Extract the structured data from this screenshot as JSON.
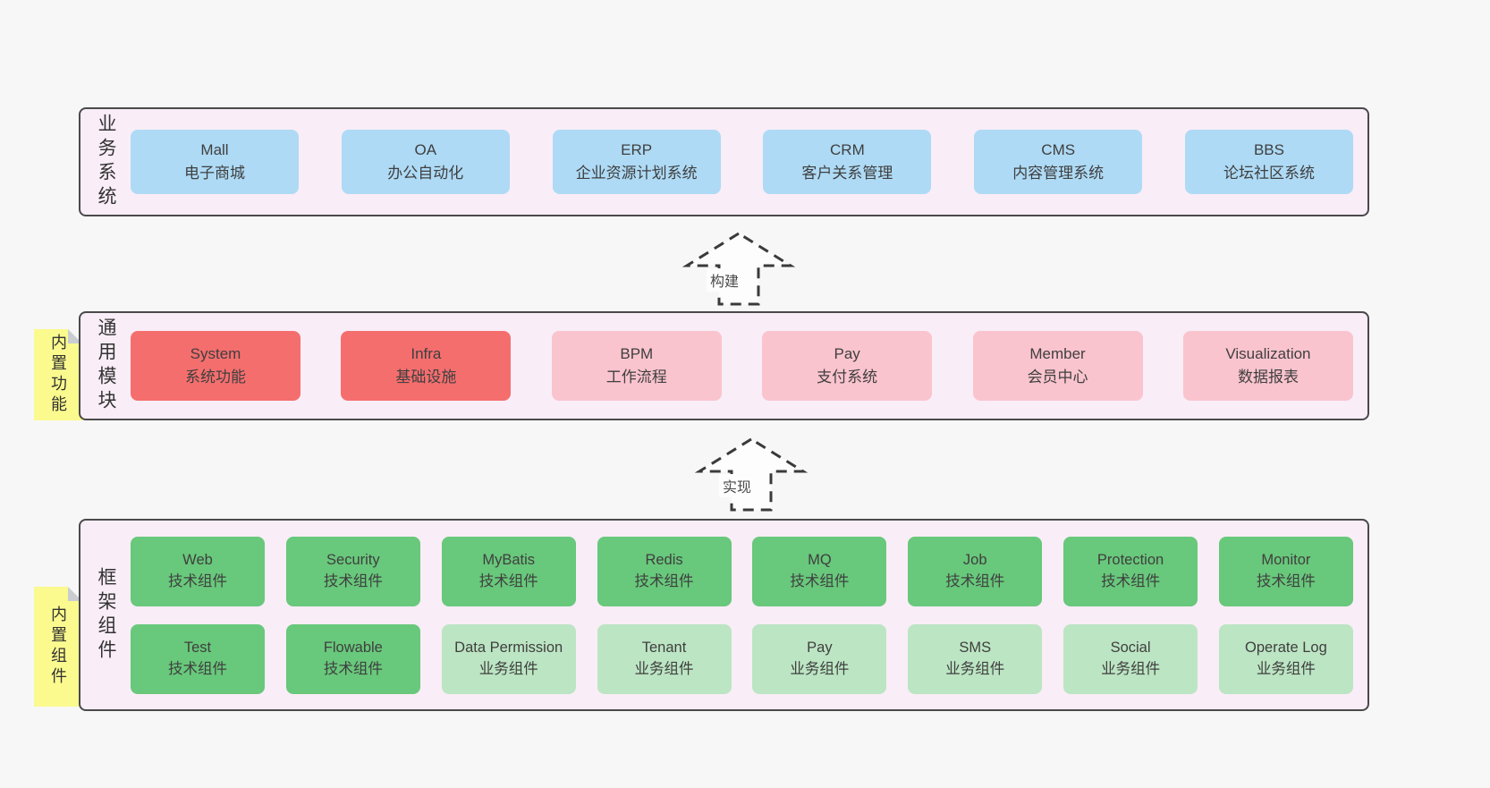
{
  "colors": {
    "page_bg": "#f7f7f7",
    "container_bg": "#f9edf7",
    "container_border": "#4a4a4a",
    "sticky_yellow": "#fbfa8e",
    "fold_gray": "#c9cdd2",
    "text": "#3f3f3f",
    "blue": "#aedaf5",
    "red": "#f56e6e",
    "pink": "#fac4ce",
    "green": "#68c87b",
    "green_light": "#bce5c3"
  },
  "layers": [
    {
      "label": "业务系统",
      "rows": [
        [
          {
            "en": "Mall",
            "zh": "电子商城",
            "variant": "blue"
          },
          {
            "en": "OA",
            "zh": "办公自动化",
            "variant": "blue"
          },
          {
            "en": "ERP",
            "zh": "企业资源计划系统",
            "variant": "blue"
          },
          {
            "en": "CRM",
            "zh": "客户关系管理",
            "variant": "blue"
          },
          {
            "en": "CMS",
            "zh": "内容管理系统",
            "variant": "blue"
          },
          {
            "en": "BBS",
            "zh": "论坛社区系统",
            "variant": "blue"
          }
        ]
      ]
    },
    {
      "label": "通用模块",
      "rows": [
        [
          {
            "en": "System",
            "zh": "系统功能",
            "variant": "red"
          },
          {
            "en": "Infra",
            "zh": "基础设施",
            "variant": "red"
          },
          {
            "en": "BPM",
            "zh": "工作流程",
            "variant": "pink"
          },
          {
            "en": "Pay",
            "zh": "支付系统",
            "variant": "pink"
          },
          {
            "en": "Member",
            "zh": "会员中心",
            "variant": "pink"
          },
          {
            "en": "Visualization",
            "zh": "数据报表",
            "variant": "pink"
          }
        ]
      ]
    },
    {
      "label": "框架组件",
      "rows": [
        [
          {
            "en": "Web",
            "zh": "技术组件",
            "variant": "green"
          },
          {
            "en": "Security",
            "zh": "技术组件",
            "variant": "green"
          },
          {
            "en": "MyBatis",
            "zh": "技术组件",
            "variant": "green"
          },
          {
            "en": "Redis",
            "zh": "技术组件",
            "variant": "green"
          },
          {
            "en": "MQ",
            "zh": "技术组件",
            "variant": "green"
          },
          {
            "en": "Job",
            "zh": "技术组件",
            "variant": "green"
          },
          {
            "en": "Protection",
            "zh": "技术组件",
            "variant": "green"
          },
          {
            "en": "Monitor",
            "zh": "技术组件",
            "variant": "green"
          }
        ],
        [
          {
            "en": "Test",
            "zh": "技术组件",
            "variant": "green"
          },
          {
            "en": "Flowable",
            "zh": "技术组件",
            "variant": "green"
          },
          {
            "en": "Data Permission",
            "zh": "业务组件",
            "variant": "green_light"
          },
          {
            "en": "Tenant",
            "zh": "业务组件",
            "variant": "green_light"
          },
          {
            "en": "Pay",
            "zh": "业务组件",
            "variant": "green_light"
          },
          {
            "en": "SMS",
            "zh": "业务组件",
            "variant": "green_light"
          },
          {
            "en": "Social",
            "zh": "业务组件",
            "variant": "green_light"
          },
          {
            "en": "Operate Log",
            "zh": "业务组件",
            "variant": "green_light"
          }
        ]
      ]
    }
  ],
  "stickies": [
    {
      "text": "内置功能"
    },
    {
      "text": "内置组件"
    }
  ],
  "arrows": [
    {
      "label": "构建"
    },
    {
      "label": "实现"
    }
  ]
}
